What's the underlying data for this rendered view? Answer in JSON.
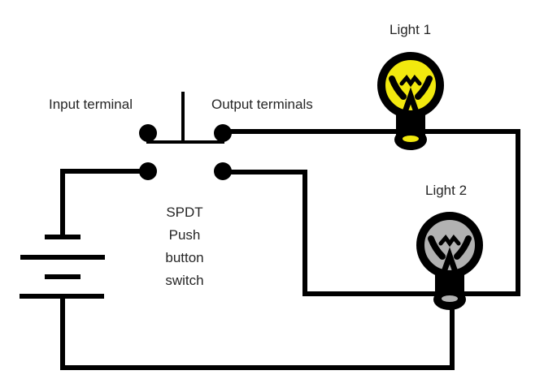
{
  "diagram": {
    "labels": {
      "light1": "Light 1",
      "light2": "Light 2",
      "input_terminal": "Input terminal",
      "output_terminals": "Output terminals"
    },
    "switch_label": {
      "lines": [
        "SPDT",
        "Push",
        "button",
        "switch"
      ]
    },
    "icons": {
      "light1": "lightbulb-on-icon",
      "light2": "lightbulb-off-icon",
      "battery": "battery-cells-icon",
      "switch": "spdt-pushbutton-terminals-icon"
    },
    "colors": {
      "wire": "#000000",
      "text": "#262626",
      "light1_fill": "#f2e90e",
      "light2_fill": "#b2b2b2",
      "background": "#ffffff"
    }
  }
}
